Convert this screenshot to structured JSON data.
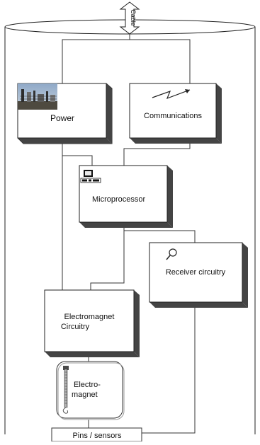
{
  "cable": {
    "label": "Cable"
  },
  "blocks": {
    "power": {
      "label": "Power"
    },
    "communications": {
      "label": "Communications"
    },
    "microprocessor": {
      "label": "Microprocessor"
    },
    "receiver": {
      "label": "Receiver circuitry"
    },
    "electromagnet_circuitry": {
      "line1": "Electromagnet",
      "line2": "Circuitry"
    },
    "electromagnet": {
      "line1": "Electro-",
      "line2": "magnet"
    },
    "pins": {
      "label": "Pins / sensors"
    }
  },
  "icons": {
    "power": "power-plant-photo-icon",
    "communications": "lightning-signal-icon",
    "microprocessor": "computer-icon",
    "receiver": "magnifier-icon",
    "electromagnet": "coil-bar-icon"
  }
}
